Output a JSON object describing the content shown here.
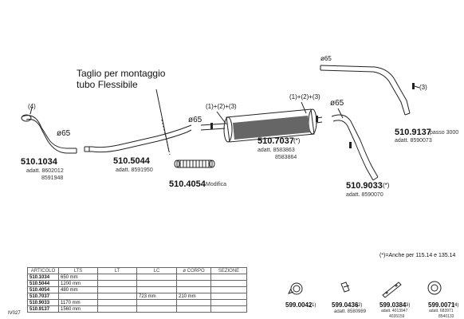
{
  "note_handwritten": [
    "Taglio per montaggio",
    "tubo Flessibile"
  ],
  "parts": {
    "p1034": {
      "code": "510.1034",
      "adatt": [
        "adatt. 8602012",
        "8591948"
      ],
      "dia": "ø65",
      "callout": "(4)"
    },
    "p5044": {
      "code": "510.5044",
      "adatt": [
        "adatt. 8591950"
      ]
    },
    "p4054": {
      "code": "510.4054",
      "extra": "Modifica",
      "dia": "ø65"
    },
    "p7037": {
      "code": "510.7037",
      "star": "(*)",
      "adatt": [
        "adatt. 8583863",
        "8583864"
      ],
      "callout_left": "(1)+(2)+(3)",
      "callout_right": "(1)+(2)+(3)"
    },
    "p9033": {
      "code": "510.9033",
      "callout": "(*)",
      "adatt": [
        "adatt. 8590070"
      ],
      "dia": "ø65"
    },
    "p9137": {
      "code": "510.9137",
      "passo": "passo 3000",
      "adatt": [
        "adatt. 8590073"
      ],
      "dia": "ø65",
      "callout": "(3)"
    }
  },
  "footnote": "(*)=Anche per 115.14 e 135.14",
  "table": {
    "headers": [
      "ARTICOLO",
      "LTS",
      "LT",
      "LC",
      "ø CORPO",
      "SEZIONE"
    ],
    "rows": [
      [
        "510.1034",
        "650 mm",
        "",
        "",
        "",
        ""
      ],
      [
        "510.5044",
        "1200 mm",
        "",
        "",
        "",
        ""
      ],
      [
        "510.4054",
        "480 mm",
        "",
        "",
        "",
        ""
      ],
      [
        "510.7037",
        "",
        "",
        "723 mm",
        "210 mm",
        ""
      ],
      [
        "510.9033",
        "1170 mm",
        "",
        "",
        "",
        ""
      ],
      [
        "510.9137",
        "1560 mm",
        "",
        "",
        "",
        ""
      ]
    ]
  },
  "page_id": "IV027",
  "accessories": [
    {
      "code": "599.0042",
      "num": "(1)",
      "adatt": []
    },
    {
      "code": "599.0436",
      "num": "(2)",
      "adatt": [
        "adatt. 8580989"
      ]
    },
    {
      "code": "599.0384",
      "num": "(3)",
      "adatt": [
        "adatt. 4013947",
        "4035159"
      ]
    },
    {
      "code": "599.0071",
      "num": "(4)",
      "adatt": [
        "adatt. 683971",
        "8540133"
      ]
    }
  ]
}
